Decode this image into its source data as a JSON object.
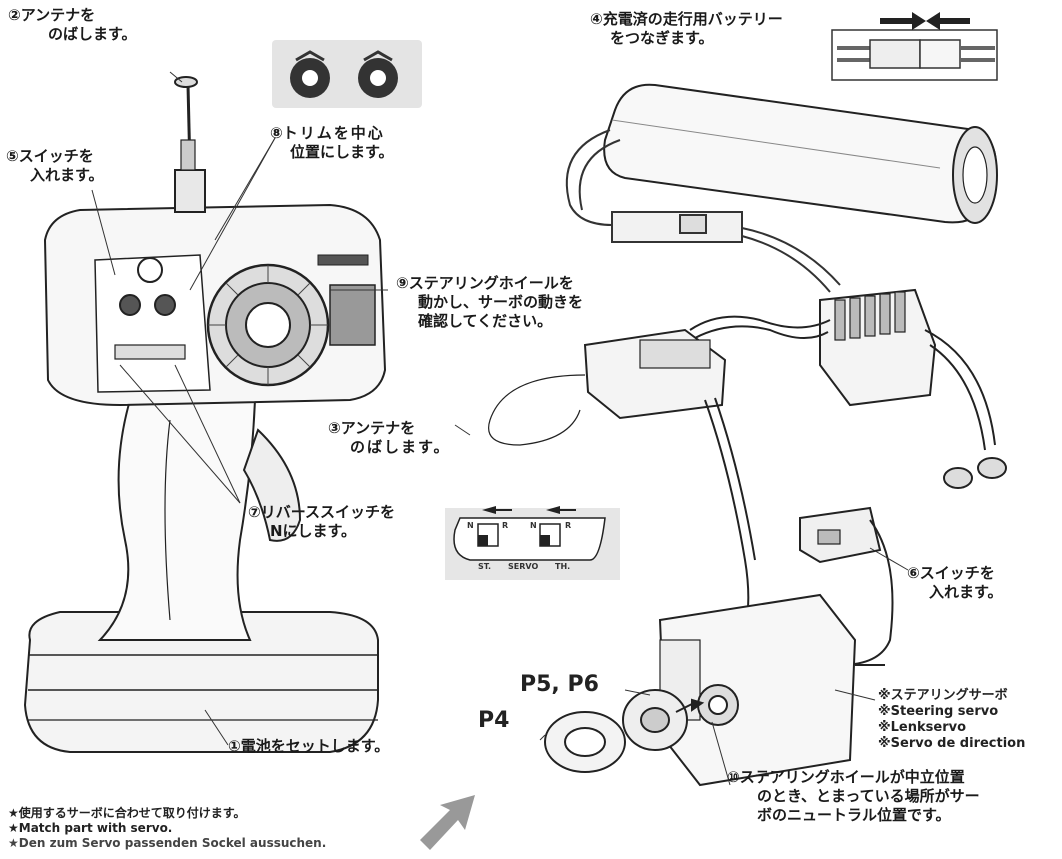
{
  "callouts": {
    "c2": {
      "num": "②",
      "line1": "アンテナを",
      "line2": "のばします。"
    },
    "c5": {
      "num": "⑤",
      "line1": "スイッチを",
      "line2": "入れます。"
    },
    "c8": {
      "num": "⑧",
      "line1": "トリムを中心",
      "line2": "位置にします。"
    },
    "c4": {
      "num": "④",
      "line1": "充電済の走行用バッテリー",
      "line2": "をつなぎます。"
    },
    "c9": {
      "num": "⑨",
      "line1": "ステアリングホイールを",
      "line2": "動かし、サーボの動きを",
      "line3": "確認してください。"
    },
    "c3": {
      "num": "③",
      "line1": "アンテナを",
      "line2": "のばします。"
    },
    "c7": {
      "num": "⑦",
      "line1": "リバーススイッチを",
      "line2": "Nにします。"
    },
    "c6": {
      "num": "⑥",
      "line1": "スイッチを",
      "line2": "入れます。"
    },
    "c1": {
      "num": "①",
      "line1": "電池をセットします。"
    },
    "c10": {
      "num": "⑩",
      "line1": "ステアリングホイールが中立位置",
      "line2": "のとき、とまっている場所がサー",
      "line3": "ボのニュートラル位置です。"
    }
  },
  "parts": {
    "p56": "P5, P6",
    "p4": "P4"
  },
  "servo_note": {
    "jp": "※ステアリングサーボ",
    "en": "※Steering servo",
    "de": "※Lenkservo",
    "fr": "※Servo de direction"
  },
  "notes": {
    "jp": "★使用するサーボに合わせて取り付けます。",
    "en": "★Match part with servo.",
    "de": "★Den zum Servo passenden Sockel aussuchen."
  },
  "panel": {
    "left_n": "N",
    "left_r": "R",
    "right_n": "N",
    "right_r": "R",
    "st": "ST.",
    "servo": "SERVO",
    "th": "TH."
  }
}
